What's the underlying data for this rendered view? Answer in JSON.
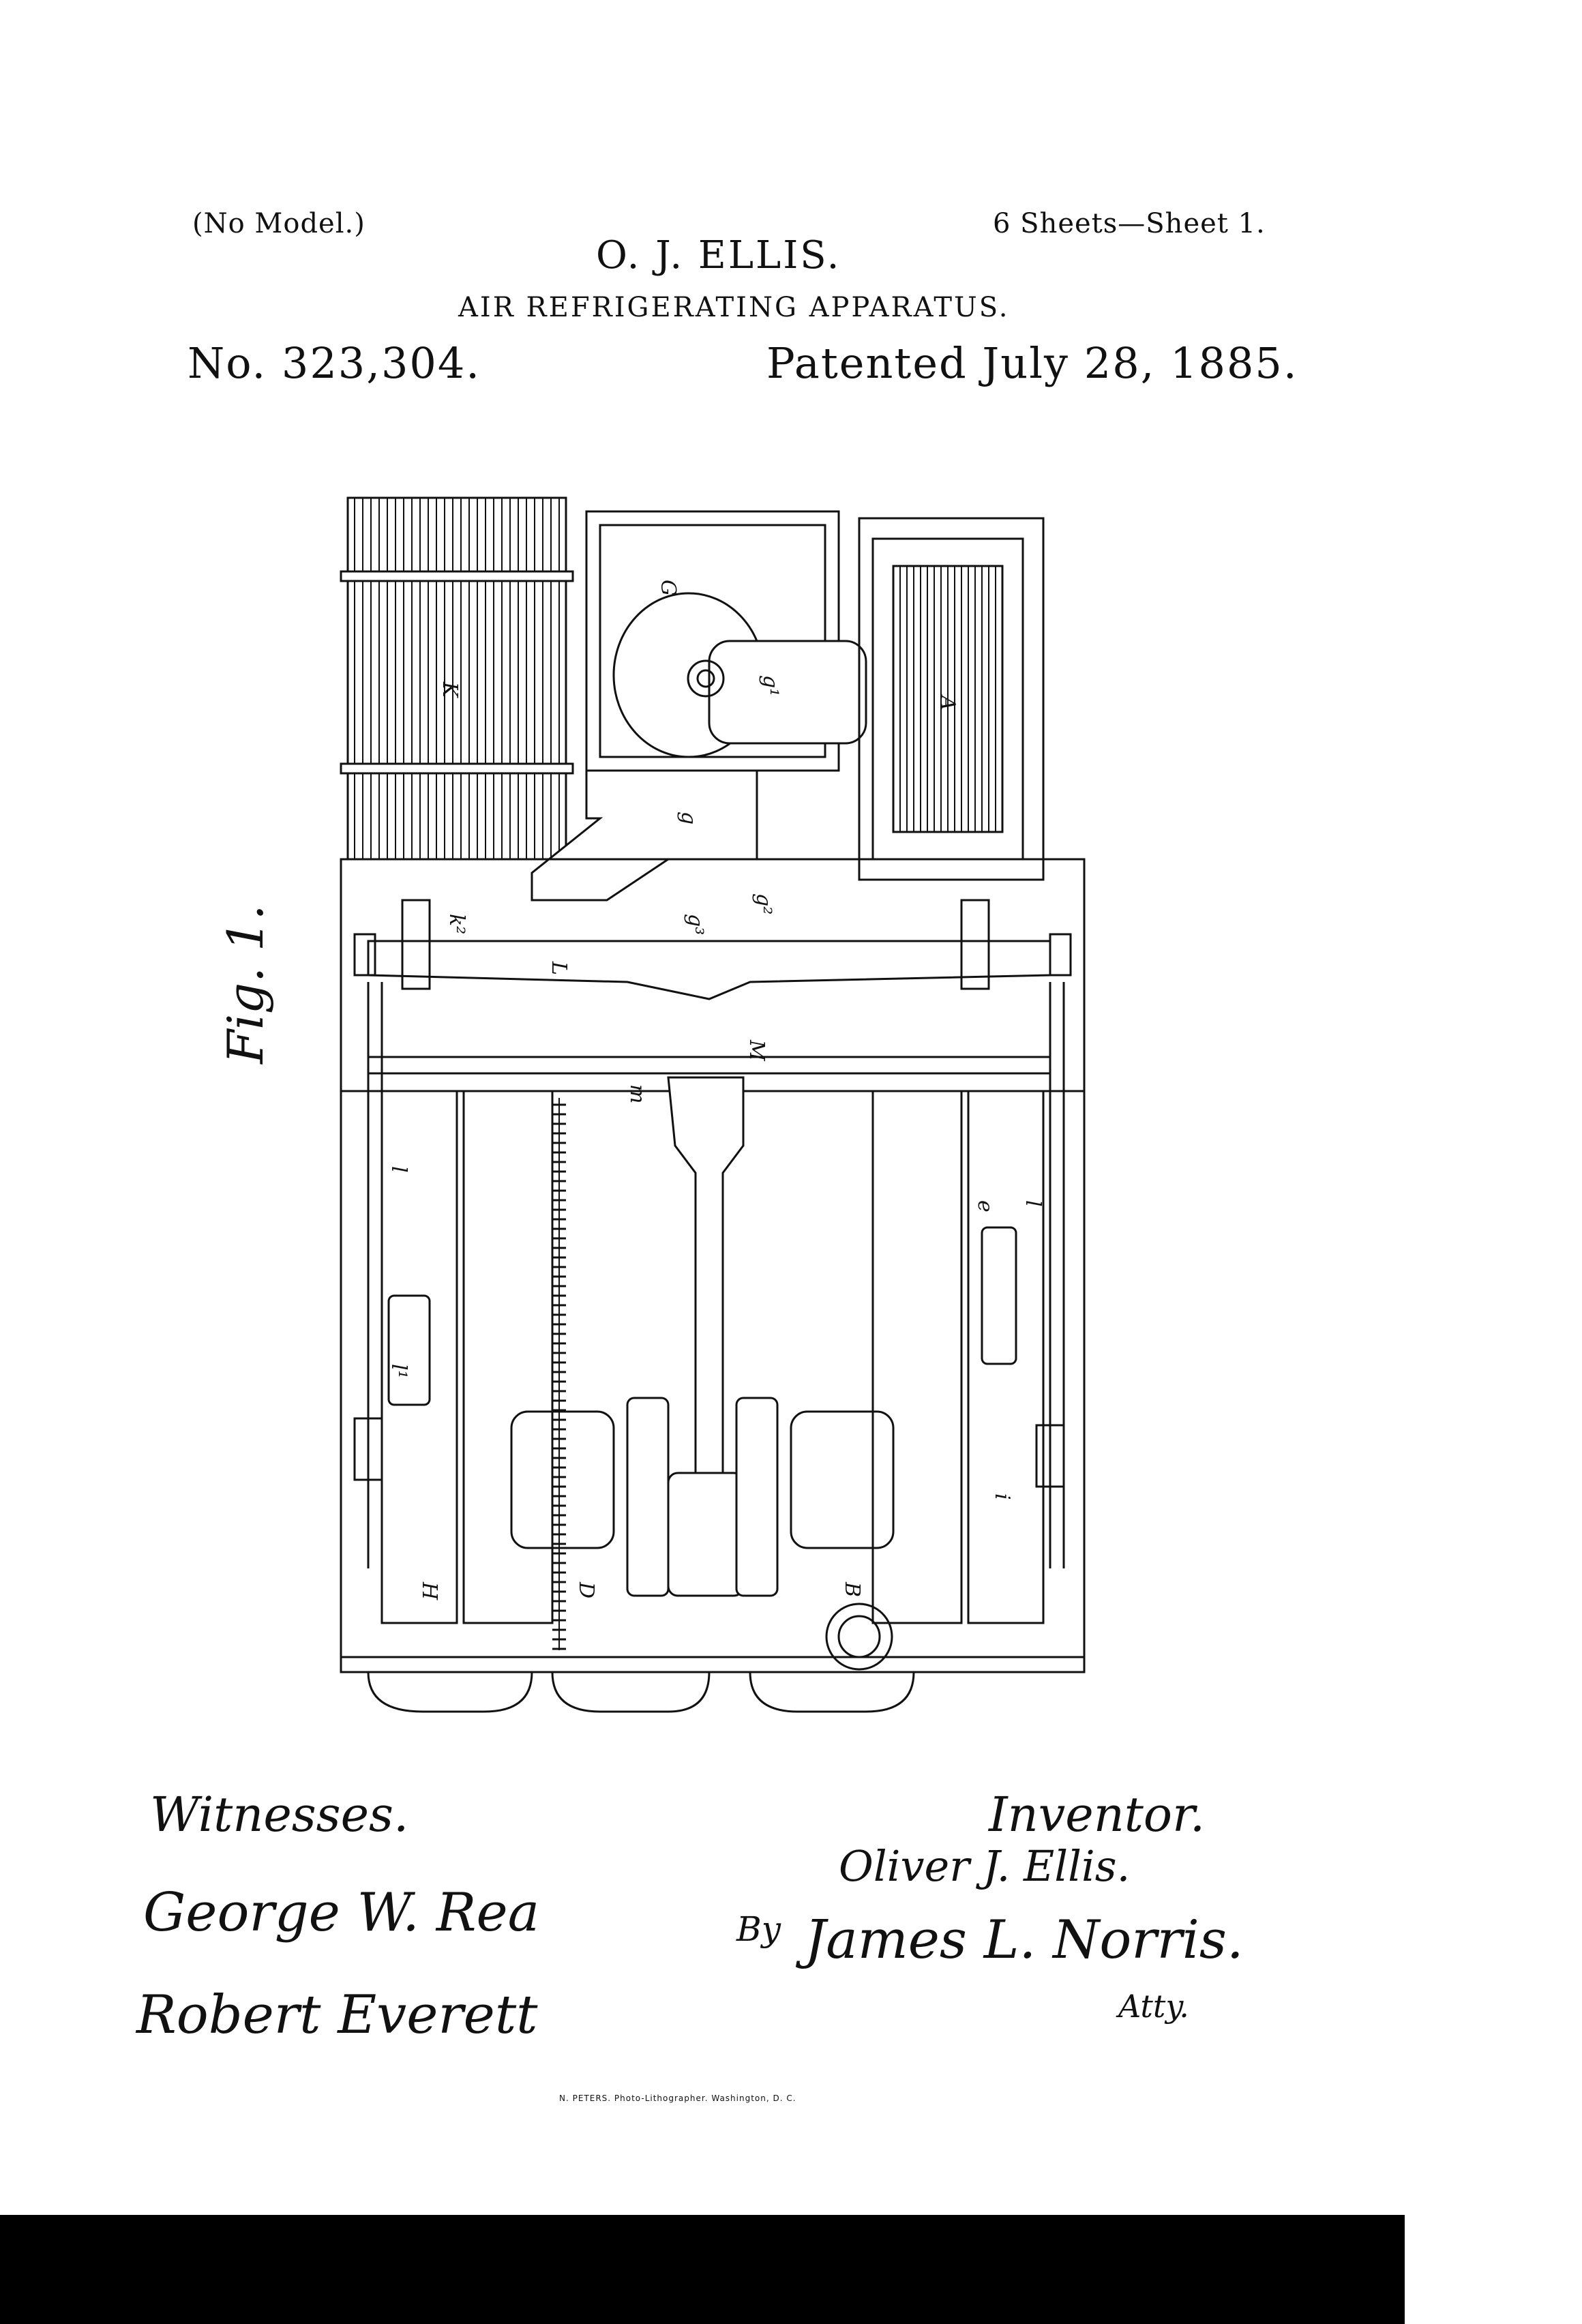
{
  "header": {
    "no_model": "(No Model.)",
    "sheets": "6 Sheets—Sheet 1.",
    "inventor_name": "O. J. ELLIS.",
    "title": "AIR REFRIGERATING APPARATUS.",
    "patent_number": "No. 323,304.",
    "patent_date": "Patented July 28, 1885."
  },
  "figure": {
    "fig_label": "Fig. 1.",
    "letters": {
      "K": "K",
      "G": "G",
      "g1": "g¹",
      "A": "A",
      "g": "g",
      "k2": "k²",
      "L": "L",
      "g2": "g²",
      "g3": "g³",
      "M": "M",
      "m": "m",
      "l": "l",
      "l1": "l¹",
      "l_right": "l",
      "e": "e",
      "i": "i",
      "H": "H",
      "D": "D",
      "B": "B"
    }
  },
  "witnesses": {
    "label": "Witnesses.",
    "names": [
      "George W. Rea",
      "Robert Everett"
    ]
  },
  "inventor": {
    "label": "Inventor.",
    "name": "Oliver J. Ellis.",
    "by": "By",
    "attorney": "James L. Norris.",
    "atty": "Atty."
  },
  "printer": "N. PETERS. Photo-Lithographer. Washington, D. C."
}
